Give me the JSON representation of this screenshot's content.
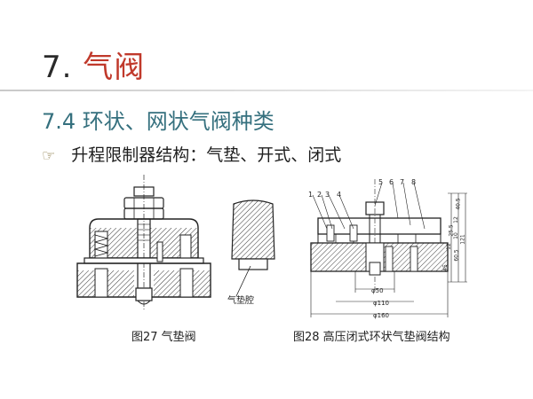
{
  "slide": {
    "title_number": "7.",
    "title_text": "气阀",
    "subtitle": "7.4 环状、网状气阀种类",
    "bullet": {
      "icon": "pointing-hand-icon",
      "text": "升程限制器结构：气垫、开式、闭式"
    }
  },
  "figures": {
    "fig27": {
      "caption": "图27 气垫阀",
      "part_label": "气垫腔"
    },
    "fig28": {
      "caption": "图28 高压闭式环状气垫阀结构",
      "callouts": [
        "1",
        "2",
        "3",
        "4",
        "5",
        "6",
        "7",
        "8"
      ],
      "dimensions": [
        "φ50",
        "φ110",
        "φ160",
        "40.5",
        "12",
        "25.5",
        "10",
        "12",
        "60.5",
        "45",
        "121"
      ]
    }
  },
  "colors": {
    "title_red": "#c0392b",
    "subtitle_teal": "#35707e",
    "bullet_icon": "#8a7a46"
  }
}
